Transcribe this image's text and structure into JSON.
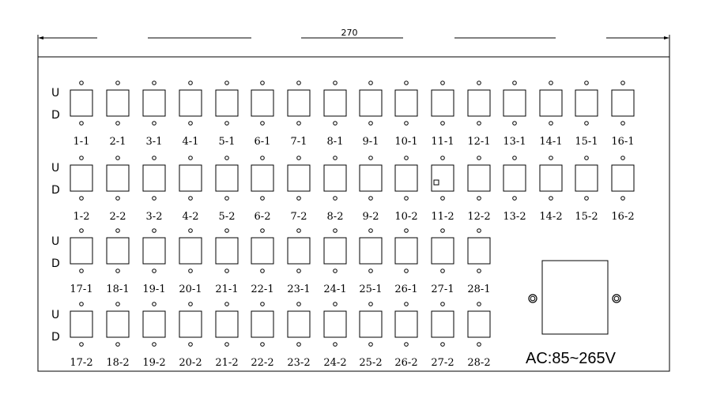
{
  "dimension": {
    "width_label": "270"
  },
  "row_markers": [
    {
      "up": "U",
      "down": "D"
    },
    {
      "up": "U",
      "down": "D"
    },
    {
      "up": "U",
      "down": "D"
    },
    {
      "up": "U",
      "down": "D"
    }
  ],
  "rows": [
    [
      "1-1",
      "2-1",
      "3-1",
      "4-1",
      "5-1",
      "6-1",
      "7-1",
      "8-1",
      "9-1",
      "10-1",
      "11-1",
      "12-1",
      "13-1",
      "14-1",
      "15-1",
      "16-1"
    ],
    [
      "1-2",
      "2-2",
      "3-2",
      "4-2",
      "5-2",
      "6-2",
      "7-2",
      "8-2",
      "9-2",
      "10-2",
      "11-2",
      "12-2",
      "13-2",
      "14-2",
      "15-2",
      "16-2"
    ],
    [
      "17-1",
      "18-1",
      "19-1",
      "20-1",
      "21-1",
      "22-1",
      "23-1",
      "24-1",
      "25-1",
      "26-1",
      "27-1",
      "28-1"
    ],
    [
      "17-2",
      "18-2",
      "19-2",
      "20-2",
      "21-2",
      "22-2",
      "23-2",
      "24-2",
      "25-2",
      "26-2",
      "27-2",
      "28-2"
    ]
  ],
  "marked_port": "11-2",
  "power": {
    "label": "AC:85~265V"
  }
}
